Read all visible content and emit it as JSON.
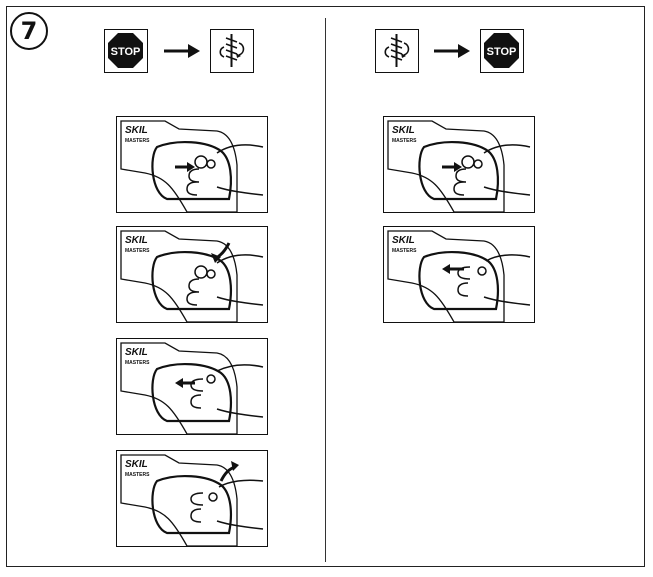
{
  "step_number": "7",
  "stop_label": "STOP",
  "brand": "SKIL",
  "brand_sub": "MASTERS",
  "left_sequence": {
    "header_icons": [
      "stop-icon",
      "right-arrow-icon",
      "rotation-icon"
    ],
    "panels": [
      "push-right",
      "press-down",
      "pull-left",
      "release-up"
    ]
  },
  "right_sequence": {
    "header_icons": [
      "rotation-icon",
      "right-arrow-icon",
      "stop-icon"
    ],
    "panels": [
      "push-right",
      "pull-left"
    ]
  }
}
